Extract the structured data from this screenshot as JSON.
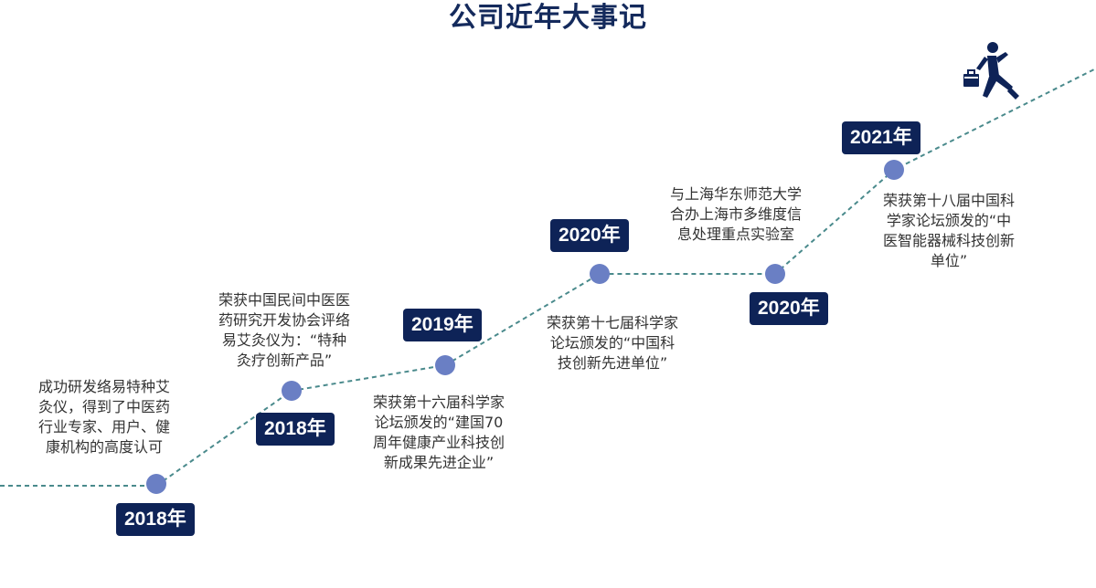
{
  "title": "公司近年大事记",
  "events": [
    {
      "year": "2018年",
      "lines": [
        "成功研发络易特种艾",
        "灸仪，得到了中医药",
        "行业专家、用户、健",
        "康机构的高度认可"
      ]
    },
    {
      "year": "2018年",
      "lines": [
        "荣获中国民间中医医",
        "药研究开发协会评络",
        "易艾灸仪为：“特种",
        "灸疗创新产品”"
      ]
    },
    {
      "year": "2019年",
      "lines": [
        "荣获第十六届科学家",
        "论坛颁发的“建国70",
        "周年健康产业科技创",
        "新成果先进企业”"
      ]
    },
    {
      "year": "2020年",
      "lines": [
        "荣获第十七届科学家",
        "论坛颁发的“中国科",
        "技创新先进单位”"
      ]
    },
    {
      "year": "2020年",
      "lines": [
        "与上海华东师范大学",
        "合办上海市多维度信",
        "息处理重点实验室"
      ]
    },
    {
      "year": "2021年",
      "lines": [
        "荣获第十八届中国科",
        "学家论坛颁发的“中",
        "医智能器械科技创新",
        "单位”"
      ]
    }
  ],
  "colors": {
    "accent": "#0e2357",
    "line": "#4a8a8c",
    "dot": "#6a7fc4"
  },
  "icons": [
    "runner-with-briefcase-icon"
  ]
}
